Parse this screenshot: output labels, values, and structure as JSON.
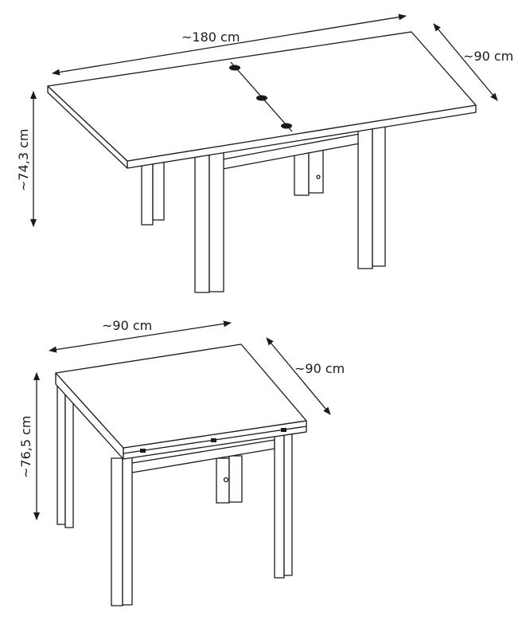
{
  "extended_table": {
    "length_label": "~180 cm",
    "depth_label": "~90 cm",
    "height_label": "~74,3 cm"
  },
  "folded_table": {
    "width_label": "~90 cm",
    "depth_label": "~90 cm",
    "height_label": "~76,5 cm"
  }
}
